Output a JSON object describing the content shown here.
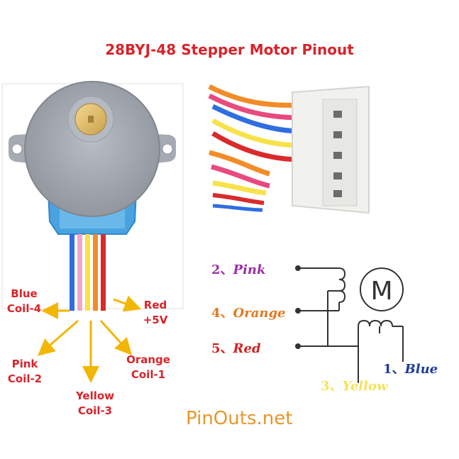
{
  "title": "28BYJ-48 Stepper Motor Pinout",
  "pin_labels": [
    {
      "id": "blue",
      "line1": "Blue",
      "line2": "Coil-4"
    },
    {
      "id": "red",
      "line1": "Red",
      "line2": "+5V"
    },
    {
      "id": "pink",
      "line1": "Pink",
      "line2": "Coil-2"
    },
    {
      "id": "orange",
      "line1": "Orange",
      "line2": "Coil-1"
    },
    {
      "id": "yellow",
      "line1": "Yellow",
      "line2": "Coil-3"
    }
  ],
  "schematic": {
    "pins": [
      {
        "num": "2、",
        "name": "Pink",
        "color": "#9b2fa6"
      },
      {
        "num": "4、",
        "name": "Orange",
        "color": "#e07a1f"
      },
      {
        "num": "5、",
        "name": "Red",
        "color": "#d12121"
      },
      {
        "num": "1、",
        "name": "Blue",
        "color": "#1f3a9c"
      },
      {
        "num": "3、",
        "name": "Yellow",
        "color": "#f4e25a"
      }
    ],
    "motor_symbol": "M"
  },
  "brand": {
    "text": "PinOuts.net"
  },
  "colors": {
    "title": "#d8232a",
    "label": "#d8232a",
    "arrow": "#f2b705",
    "wire_blue": "#2f6ee0",
    "wire_pink": "#f3a6c8",
    "wire_yellow": "#f7e24a",
    "wire_orange": "#f28c28",
    "wire_red": "#d92b2b"
  }
}
